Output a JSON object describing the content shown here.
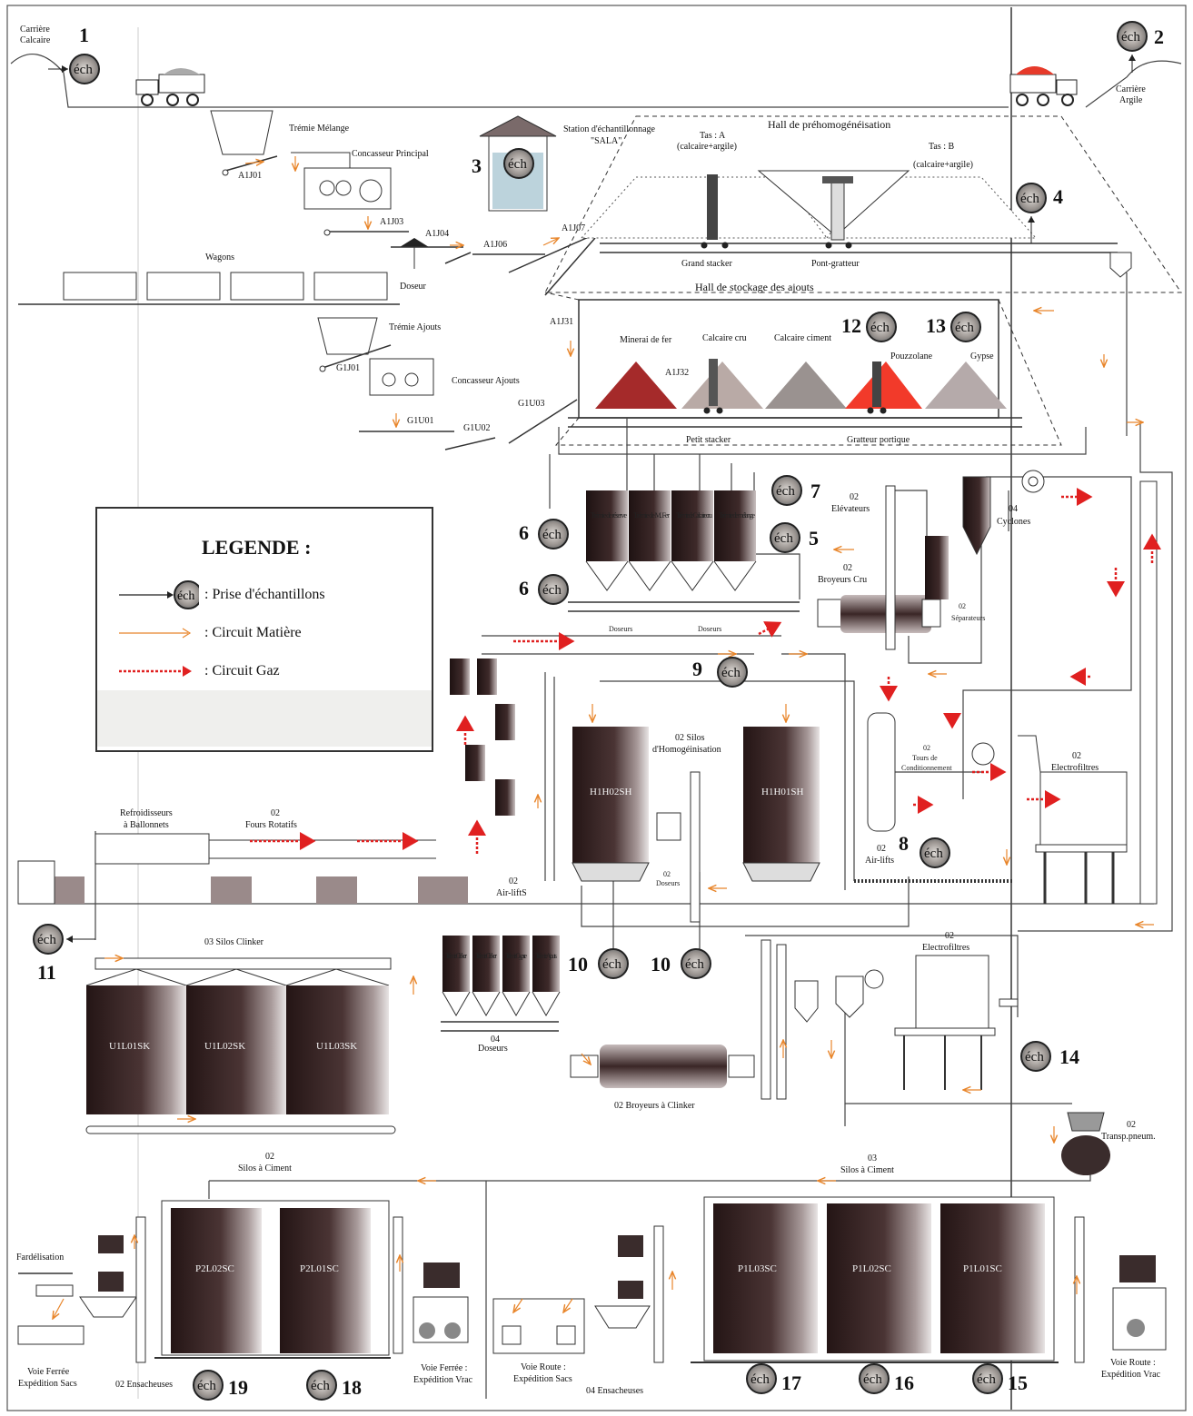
{
  "colors": {
    "material_arrow": "#e8852a",
    "gas_arrow": "#e02020",
    "line": "#3a3a3a",
    "silo_dark": "#2a1c1c",
    "argile": "#e63a2a",
    "fer": "#b02a2a",
    "pouzzolane": "#f03020"
  },
  "ech_label": "éch",
  "legend": {
    "title": "LEGENDE :",
    "sample": ": Prise d'échantillons",
    "material": ": Circuit Matière",
    "gas": ": Circuit Gaz"
  },
  "sample_points": [
    "1",
    "2",
    "3",
    "4",
    "5",
    "6",
    "6",
    "7",
    "8",
    "9",
    "10",
    "10",
    "11",
    "12",
    "13",
    "14",
    "15",
    "16",
    "17",
    "18",
    "19"
  ],
  "labels": {
    "carriere_calcaire": [
      "Carrière",
      "Calcaire"
    ],
    "carriere_argile": [
      "Carrière",
      "Argile"
    ],
    "tremie_melange": "Trémie Mélange",
    "concasseur_principal": "Concasseur Principal",
    "a1j01": "A1J01",
    "a1j03": "A1J03",
    "a1j04": "A1J04",
    "a1j06": "A1J06",
    "a1j07": "A1J07",
    "a1j31": "A1J31",
    "a1j32": "A1J32",
    "doseur": "Doseur",
    "wagons": "Wagons",
    "station": [
      "Station d'échantillonnage",
      "\"SALA\""
    ],
    "hall_prehomo": "Hall de préhomogénéisation",
    "tas_a": [
      "Tas : A",
      "(calcaire+argile)"
    ],
    "tas_b": [
      "Tas : B",
      "(calcaire+argile)"
    ],
    "grand_stacker": "Grand stacker",
    "pont_gratteur": "Pont-gratteur",
    "hall_ajouts": "Hall de stockage des ajouts",
    "tremie_ajouts": "Trémie Ajouts",
    "g1j01": "G1J01",
    "concasseur_ajouts": "Concasseur Ajouts",
    "g1u01": "G1U01",
    "g1u02": "G1U02",
    "g1u03": "G1U03",
    "minerai_fer": "Minerai de fer",
    "calcaire_cru": "Calcaire cru",
    "calcaire_ciment": "Calcaire ciment",
    "pouzzolane": "Pouzzolane",
    "gypse": "Gypse",
    "petit_stacker": "Petit stacker",
    "gratteur_portique": "Gratteur portique",
    "tremies": [
      "Trémie de réserve",
      "Trémie de M. Fer",
      "Trémie de Calcaire cru",
      "Trémie de mélange"
    ],
    "doseurs": "Doseurs",
    "elevateurs": [
      "02",
      "Elévateurs"
    ],
    "cyclones": [
      "04",
      "Cyclones"
    ],
    "broyeurs_cru": [
      "02",
      "Broyeurs  Cru"
    ],
    "separateurs": [
      "02",
      "Séparateurs"
    ],
    "silos_homo": [
      "02 Silos",
      "d'Homogéinisation"
    ],
    "h1h02sh": "H1H02SH",
    "h1h01sh": "H1H01SH",
    "doseurs_02": [
      "02",
      "Doseurs"
    ],
    "tours_cond": [
      "02",
      "Tours de",
      "Conditionnement"
    ],
    "electrofiltres_1": [
      "02",
      "Electrofiltres"
    ],
    "air_lifts": [
      "02",
      "Air-lifts"
    ],
    "air_lifts2": [
      "02",
      "Air-liftS"
    ],
    "refroidisseurs": [
      "Refroidisseurs",
      "à Ballonnets"
    ],
    "fours": [
      "02",
      "Fours Rotatifs"
    ],
    "silos_clinker": "03 Silos Clinker",
    "clinker_silos": [
      "U1L01SK",
      "U1L02SK",
      "U1L03SK"
    ],
    "tremies_bas": [
      "Trémie Clinker",
      "Trémie Clinker",
      "Trémie Gypse",
      "Trémie Ajouts"
    ],
    "doseurs_04": [
      "04",
      "Doseurs"
    ],
    "broyeurs_clinker": "02 Broyeurs à Clinker",
    "electrofiltres_2": [
      "02",
      "Electrofiltres"
    ],
    "transp_pneum": [
      "02",
      "Transp.pneum."
    ],
    "silos_ciment_02": [
      "02",
      "Silos à Ciment"
    ],
    "silos_ciment_03": [
      "03",
      "Silos à Ciment"
    ],
    "ciment_silos_p2": [
      "P2L02SC",
      "P2L01SC"
    ],
    "ciment_silos_p1": [
      "P1L03SC",
      "P1L02SC",
      "P1L01SC"
    ],
    "fardelisation": "Fardélisation",
    "voie_ferree_sacs": [
      "Voie Ferrée",
      "Expédition Sacs"
    ],
    "ensacheuses_02": "02 Ensacheuses",
    "voie_ferree_vrac": [
      "Voie Ferrée :",
      "Expédition Vrac"
    ],
    "voie_route_sacs": [
      "Voie Route :",
      "Expédition Sacs"
    ],
    "ensacheuses_04": "04 Ensacheuses",
    "voie_route_vrac": [
      "Voie Route :",
      "Expédition Vrac"
    ]
  }
}
